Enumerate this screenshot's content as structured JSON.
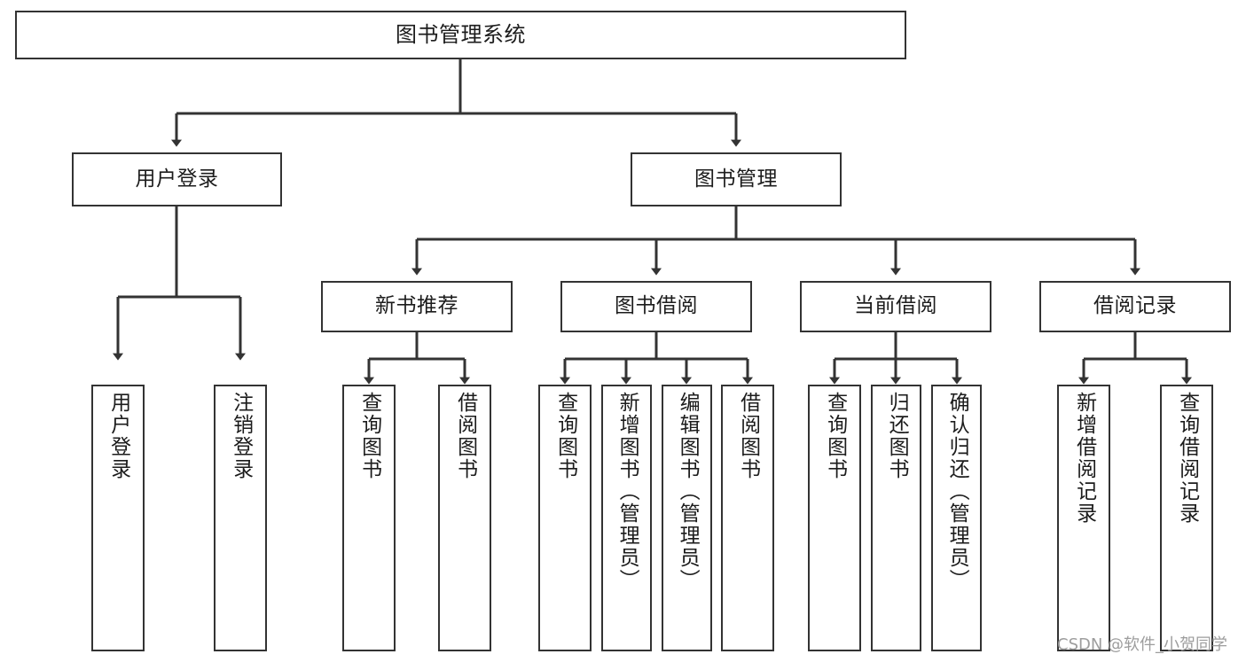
{
  "diagram": {
    "title": "图书管理系统",
    "type": "tree-hierarchy",
    "orientation": "top-down",
    "line_color": "#333333",
    "box_border_color": "#333333",
    "box_fill_color": "#ffffff",
    "text_color": "#1c1c1c",
    "background_color": "#ffffff"
  },
  "root": {
    "label": "图书管理系统"
  },
  "level1": [
    {
      "label": "用户登录"
    },
    {
      "label": "图书管理"
    }
  ],
  "level2": [
    {
      "label": "新书推荐"
    },
    {
      "label": "图书借阅"
    },
    {
      "label": "当前借阅"
    },
    {
      "label": "借阅记录"
    }
  ],
  "leaves": {
    "user_login": [
      {
        "label": "用户登录"
      },
      {
        "label": "注销登录"
      }
    ],
    "new_book_recommend": [
      {
        "label": "查询图书"
      },
      {
        "label": "借阅图书"
      }
    ],
    "book_borrow": [
      {
        "label": "查询图书"
      },
      {
        "label": "新增图书（管理员）"
      },
      {
        "label": "编辑图书（管理员）"
      },
      {
        "label": "借阅图书"
      }
    ],
    "current_borrow": [
      {
        "label": "查询图书"
      },
      {
        "label": "归还图书"
      },
      {
        "label": "确认归还（管理员）"
      }
    ],
    "borrow_record": [
      {
        "label": "新增借阅记录"
      },
      {
        "label": "查询借阅记录"
      }
    ]
  },
  "watermark": {
    "text": "CSDN @软件_小贺同学"
  }
}
